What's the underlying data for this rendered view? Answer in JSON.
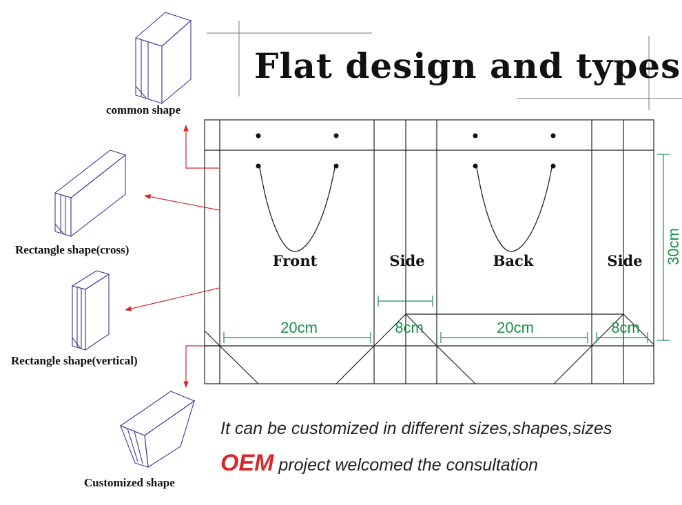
{
  "title": "Flat design and types",
  "shapes": {
    "common": "common shape",
    "rect_cross": "Rectangle shape(cross)",
    "rect_vertical": "Rectangle shape(vertical)",
    "customized": "Customized shape"
  },
  "panels": {
    "front": "Front",
    "side_left": "Side",
    "back": "Back",
    "side_right": "Side"
  },
  "dimensions": {
    "front_width": "20cm",
    "side_left_width": "8cm",
    "back_width": "20cm",
    "side_right_width": "8cm",
    "height": "30cm"
  },
  "notes": {
    "line1": "It can be customized in different sizes,shapes,sizes",
    "oem": "OEM",
    "line2": " project welcomed the consultation"
  },
  "colors": {
    "dimension": "#1a8f4a",
    "arrow": "#d62a2a",
    "oem": "#d62a2a",
    "bag_outline": "#3a3a9a"
  }
}
